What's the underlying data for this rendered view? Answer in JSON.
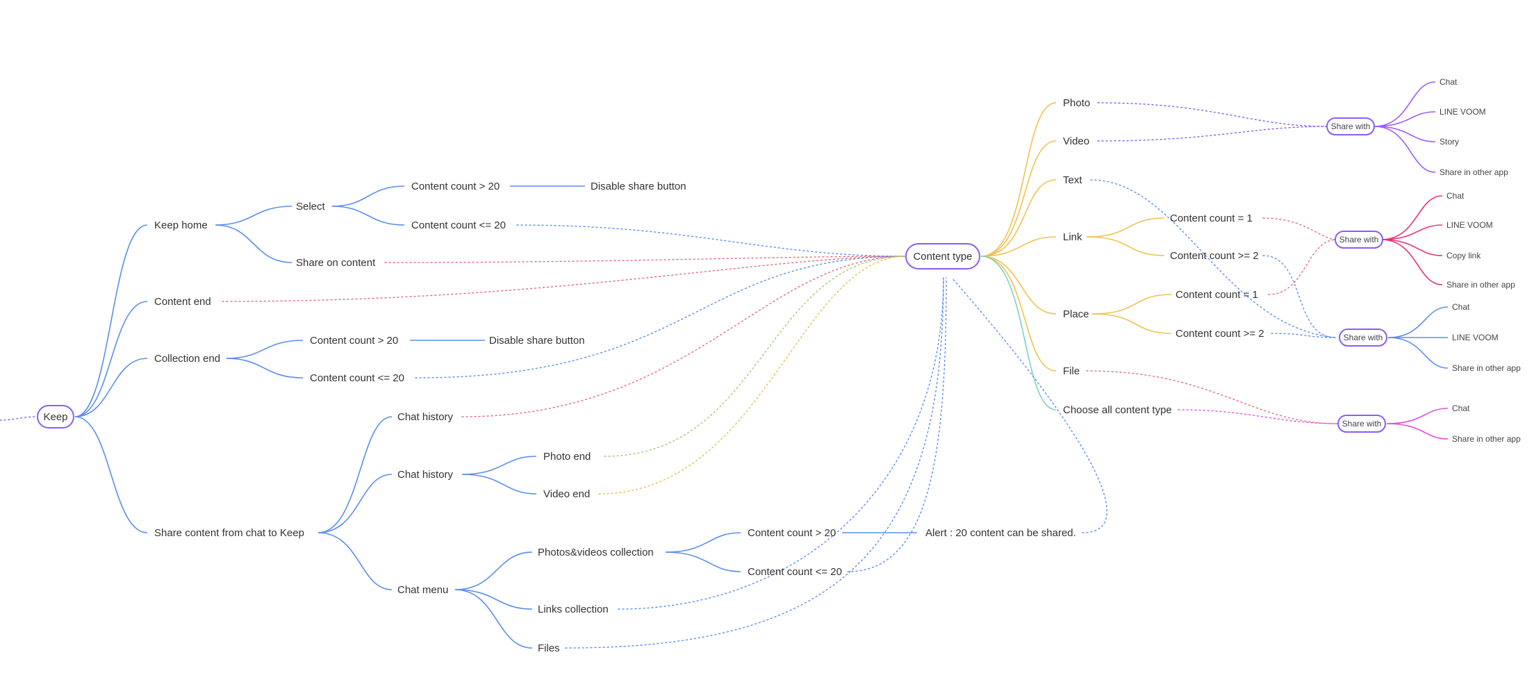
{
  "colors": {
    "blue": "#5b8def",
    "yellow": "#f2c14e",
    "teal": "#7dd3c0",
    "purple": "#9b59f5",
    "magenta": "#e9307a",
    "pink": "#e04fd9",
    "red_dotted": "#e46a7a",
    "blue_dotted": "#5b8def",
    "yellow_dotted": "#e0c04a",
    "green_dotted": "#9ccc6a",
    "box_stroke": "#8b5cf6",
    "text": "#333333"
  },
  "root": {
    "label": "Keep"
  },
  "keep_home": {
    "label": "Keep home",
    "select": {
      "label": "Select"
    },
    "count_gt20": {
      "label": "Content count > 20"
    },
    "disable1": {
      "label": "Disable share button"
    },
    "count_le20": {
      "label": "Content count <= 20"
    },
    "share_on_content": {
      "label": "Share on content"
    }
  },
  "content_end": {
    "label": "Content end"
  },
  "collection_end": {
    "label": "Collection end",
    "count_gt20": {
      "label": "Content count > 20"
    },
    "disable2": {
      "label": "Disable share button"
    },
    "count_le20": {
      "label": "Content count <= 20"
    }
  },
  "share_from_chat": {
    "label": "Share content from chat to Keep",
    "chat_history1": {
      "label": "Chat history"
    },
    "chat_history2": {
      "label": "Chat history"
    },
    "photo_end": {
      "label": "Photo end"
    },
    "video_end": {
      "label": "Video end"
    },
    "chat_menu": {
      "label": "Chat menu"
    },
    "pv_collection": {
      "label": "Photos&videos collection"
    },
    "pv_count_gt20": {
      "label": "Content count > 20"
    },
    "alert": {
      "label": "Alert : 20 content can be shared."
    },
    "pv_count_le20": {
      "label": "Content count <= 20"
    },
    "links_collection": {
      "label": "Links collection"
    },
    "files": {
      "label": "Files"
    }
  },
  "content_type": {
    "label": "Content type",
    "photo": {
      "label": "Photo"
    },
    "video": {
      "label": "Video"
    },
    "text": {
      "label": "Text"
    },
    "link": {
      "label": "Link"
    },
    "link_count_1": {
      "label": "Content count = 1"
    },
    "link_count_ge2": {
      "label": "Content count >= 2"
    },
    "place": {
      "label": "Place"
    },
    "place_count_1": {
      "label": "Content count = 1"
    },
    "place_count_ge2": {
      "label": "Content count >= 2"
    },
    "file": {
      "label": "File"
    },
    "choose_all": {
      "label": "Choose all content type"
    }
  },
  "share1": {
    "label": "Share with",
    "items": [
      "Chat",
      "LINE VOOM",
      "Story",
      "Share in other app"
    ]
  },
  "share2": {
    "label": "Share with",
    "items": [
      "Chat",
      "LINE VOOM",
      "Copy link",
      "Share in other app"
    ]
  },
  "share3": {
    "label": "Share with",
    "items": [
      "Chat",
      "LINE VOOM",
      "Share in other app"
    ]
  },
  "share4": {
    "label": "Share with",
    "items": [
      "Chat",
      "Share in other app"
    ]
  }
}
